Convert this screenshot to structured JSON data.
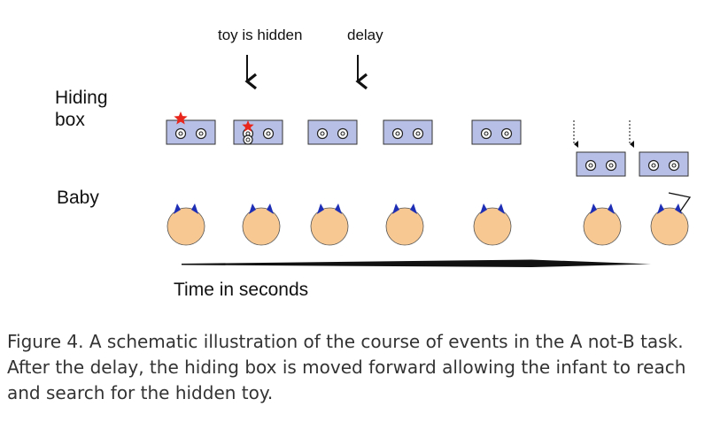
{
  "diagram": {
    "labels": {
      "toy_hidden": "toy is hidden",
      "delay": "delay",
      "hiding_box": "Hiding\nbox",
      "baby": "Baby",
      "time": "Time in seconds"
    },
    "colors": {
      "box_fill": "#b8bfe6",
      "box_stroke": "#333333",
      "baby_face": "#f7c892",
      "baby_ears": "#1f2fb5",
      "toy_star": "#e8261b",
      "time_arrow": "#111111"
    },
    "frames": [
      {
        "id": "frame-1",
        "toy": "on-top"
      },
      {
        "id": "frame-2",
        "toy": "hidden"
      },
      {
        "id": "frame-3",
        "toy": "none"
      },
      {
        "id": "frame-4",
        "toy": "none"
      },
      {
        "id": "frame-5",
        "toy": "none"
      },
      {
        "id": "frame-6",
        "toy": "none",
        "box_moved_forward": true
      },
      {
        "id": "frame-7",
        "toy": "none",
        "box_moved_forward": true,
        "baby_reaches": true
      }
    ]
  },
  "caption": {
    "text": "Figure 4. A schematic illustration of the course of events in the A not-B task. After the delay, the hiding box is moved forward allowing the infant to reach and search for the hidden toy."
  }
}
